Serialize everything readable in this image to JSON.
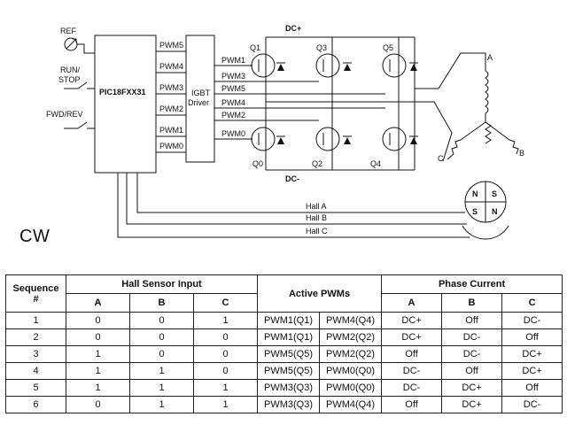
{
  "controller": {
    "label": "PIC18FXX31",
    "inputs": [
      "REF",
      "RUN/\nSTOP",
      "FWD/REV"
    ],
    "outputs": [
      "PWM5",
      "PWM4",
      "PWM3",
      "PWM2",
      "PWM1",
      "PWM0"
    ]
  },
  "driver": {
    "label_line1": "IGBT",
    "label_line2": "Driver"
  },
  "bridge": {
    "bus_top": "DC+",
    "bus_bottom": "DC-",
    "wire_labels": [
      "PWM1",
      "PWM3",
      "PWM5",
      "PWM4",
      "PWM2",
      "PWM0"
    ],
    "switches": [
      "Q1",
      "Q3",
      "Q5",
      "Q0",
      "Q2",
      "Q4"
    ]
  },
  "motor": {
    "phases": [
      "A",
      "B",
      "C"
    ],
    "rotor_poles": [
      "N",
      "S",
      "S",
      "N"
    ]
  },
  "hall": {
    "lines": [
      "Hall A",
      "Hall B",
      "Hall C"
    ]
  },
  "direction": "CW",
  "table": {
    "col_sequence": "Sequence\n#",
    "group_hall": "Hall Sensor Input",
    "col_active": "Active PWMs",
    "group_phase": "Phase Current",
    "sub_hall": [
      "A",
      "B",
      "C"
    ],
    "sub_phase": [
      "A",
      "B",
      "C"
    ],
    "rows": [
      {
        "seq": "1",
        "ha": "0",
        "hb": "0",
        "hc": "1",
        "pwm1": "PWM1(Q1)",
        "pwm2": "PWM4(Q4)",
        "pa": "DC+",
        "pb": "Off",
        "pc": "DC-"
      },
      {
        "seq": "2",
        "ha": "0",
        "hb": "0",
        "hc": "0",
        "pwm1": "PWM1(Q1)",
        "pwm2": "PWM2(Q2)",
        "pa": "DC+",
        "pb": "DC-",
        "pc": "Off"
      },
      {
        "seq": "3",
        "ha": "1",
        "hb": "0",
        "hc": "0",
        "pwm1": "PWM5(Q5)",
        "pwm2": "PWM2(Q2)",
        "pa": "Off",
        "pb": "DC-",
        "pc": "DC+"
      },
      {
        "seq": "4",
        "ha": "1",
        "hb": "1",
        "hc": "0",
        "pwm1": "PWM5(Q5)",
        "pwm2": "PWM0(Q0)",
        "pa": "DC-",
        "pb": "Off",
        "pc": "DC+"
      },
      {
        "seq": "5",
        "ha": "1",
        "hb": "1",
        "hc": "1",
        "pwm1": "PWM3(Q3)",
        "pwm2": "PWM0(Q0)",
        "pa": "DC-",
        "pb": "DC+",
        "pc": "Off"
      },
      {
        "seq": "6",
        "ha": "0",
        "hb": "1",
        "hc": "1",
        "pwm1": "PWM3(Q3)",
        "pwm2": "PWM4(Q4)",
        "pa": "Off",
        "pb": "DC+",
        "pc": "DC-"
      }
    ]
  }
}
